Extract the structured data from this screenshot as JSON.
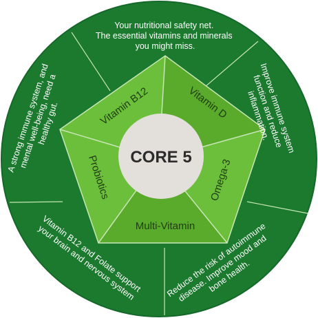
{
  "center": {
    "title": "CORE 5"
  },
  "segments": [
    {
      "label": "Vitamin B12"
    },
    {
      "label": "Vitamin D"
    },
    {
      "label": "Omega-3"
    },
    {
      "label": "Multi-Vitamin"
    },
    {
      "label": "Probiotics"
    }
  ],
  "ring": {
    "top": [
      "Your nutritional safety net.",
      "The essential vitamins and minerals",
      "you might miss."
    ],
    "right": [
      "Improve immune system",
      "function and reduce",
      "inflammation."
    ],
    "bottom_right": [
      "Reduce the risk of autoimmune",
      "disease. Improve mood and",
      "bone health."
    ],
    "bottom_left": [
      "Vitamin B12 and Folate support",
      "your brain and nervous system"
    ],
    "left": [
      "A strong immune system, and",
      "mental well-being, need a",
      "healthy gut."
    ]
  },
  "colors": {
    "ring": "#1b7a2e",
    "ring_edge": "#15682a",
    "segment_light": "#6cbf3a",
    "segment_dark": "#5aaa2c",
    "divider": "#c7e6b6",
    "center_circle": "#e3dfda",
    "center_text": "#2b2b2b",
    "segment_text": "#1f3d14",
    "ring_text": "#ffffff"
  }
}
